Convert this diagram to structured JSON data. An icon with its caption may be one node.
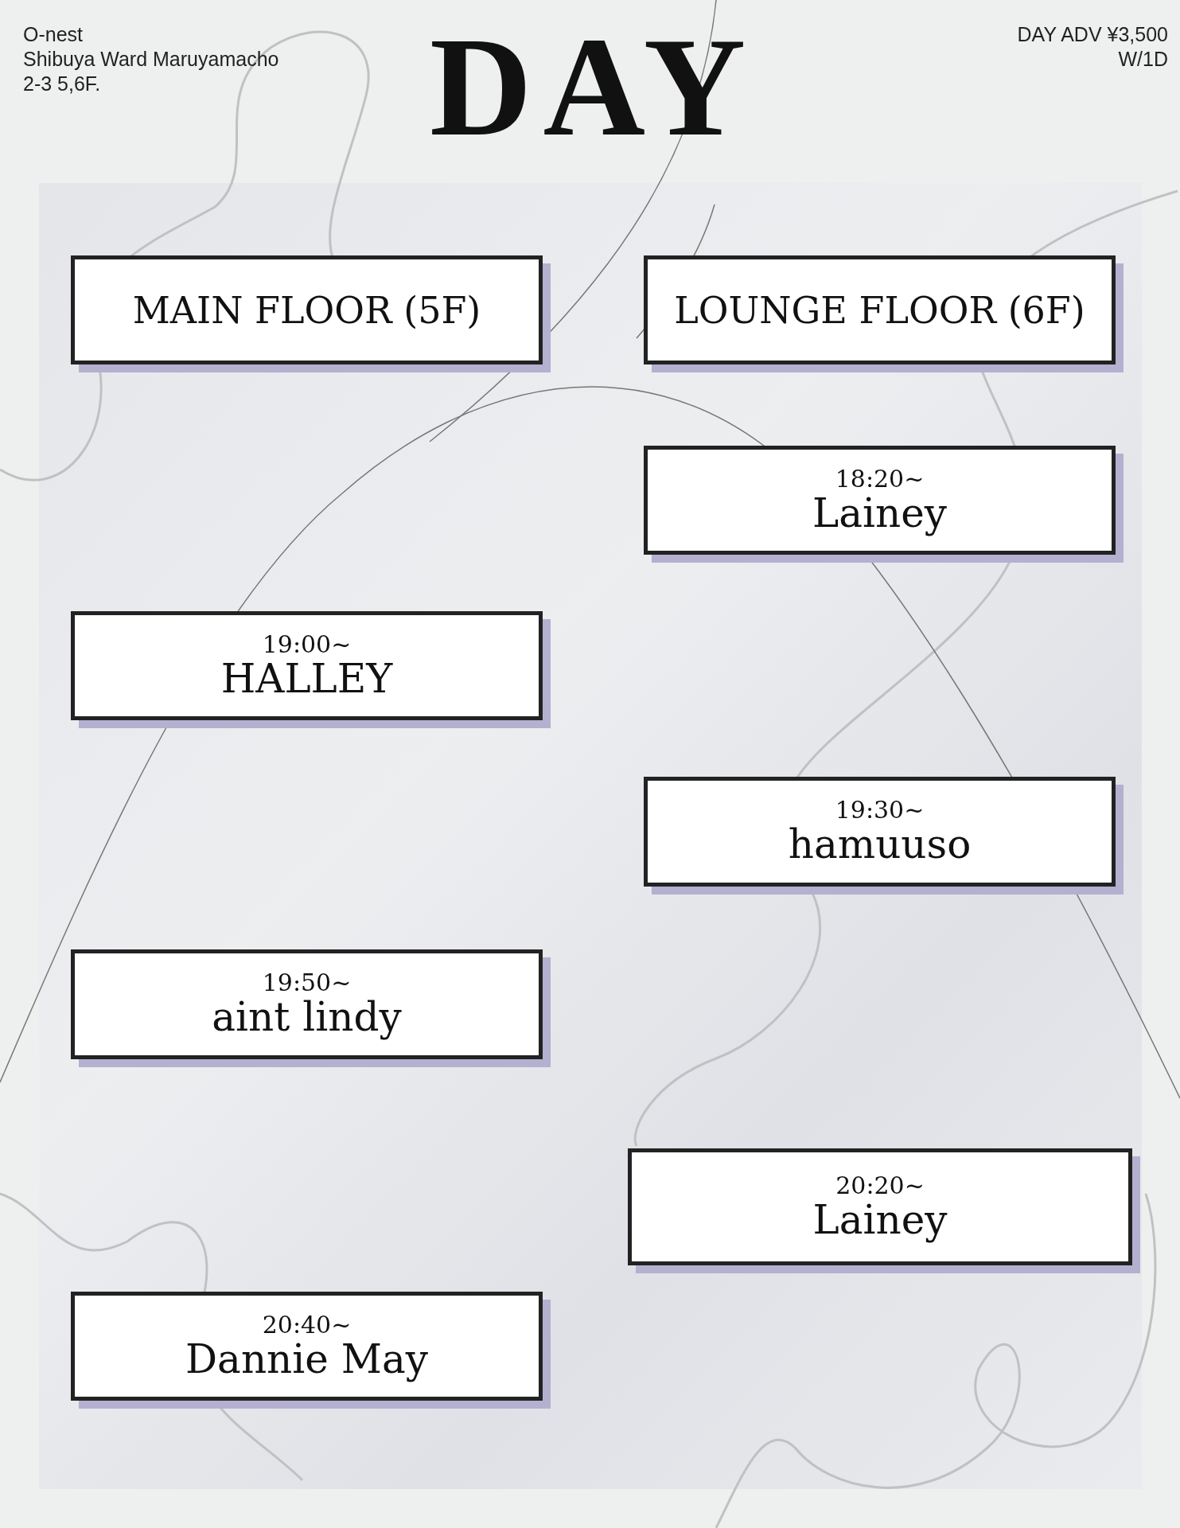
{
  "diagram": {
    "title": "DAY",
    "nodes": [
      {
        "text": [
          "MAIN FLOOR (5F)"
        ]
      },
      {
        "text": [
          "LOUNGE FLOOR (6F)"
        ]
      },
      {
        "text": [
          "18:20~",
          "Lainey"
        ]
      },
      {
        "text": [
          "19:00~",
          "HALLEY"
        ]
      },
      {
        "text": [
          "19:30~",
          "hamuuso"
        ]
      },
      {
        "text": [
          "19:50~",
          "aint lindy"
        ]
      },
      {
        "text": [
          "20:20~",
          "Lainey"
        ]
      },
      {
        "text": [
          "20:40~",
          "Dannie May"
        ]
      }
    ],
    "labels": [
      "O-nest",
      "Shibuya Ward Maruyamacho",
      "2-3 5,6F.",
      "DAY ADV ¥3,500",
      "W/1D"
    ]
  }
}
